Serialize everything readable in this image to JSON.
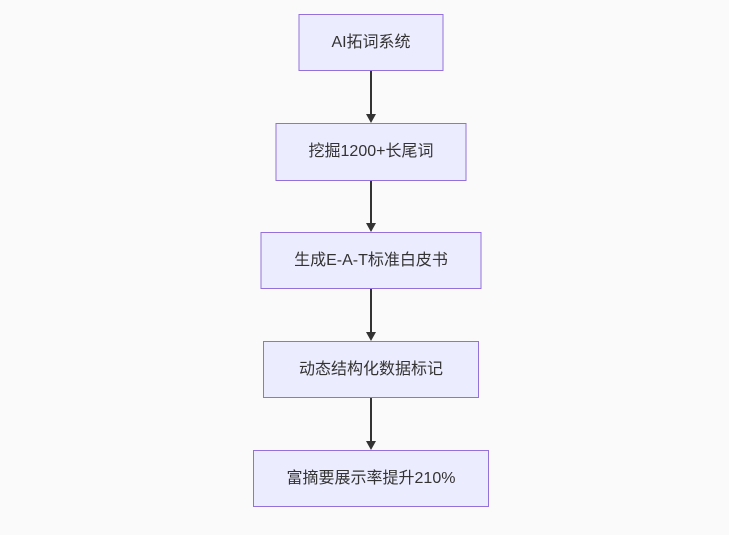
{
  "flowchart": {
    "type": "flowchart",
    "direction": "top-down",
    "nodes": [
      {
        "id": "node-0",
        "label": "AI拓词系统"
      },
      {
        "id": "node-1",
        "label": "挖掘1200+长尾词"
      },
      {
        "id": "node-2",
        "label": "生成E-A-T标准白皮书"
      },
      {
        "id": "node-3",
        "label": "动态结构化数据标记"
      },
      {
        "id": "node-4",
        "label": "富摘要展示率提升210%"
      }
    ],
    "edges": [
      {
        "from": "node-0",
        "to": "node-1",
        "style": "solid-arrow"
      },
      {
        "from": "node-1",
        "to": "node-2",
        "style": "solid-arrow"
      },
      {
        "from": "node-2",
        "to": "node-3",
        "style": "solid-arrow"
      },
      {
        "from": "node-3",
        "to": "node-4",
        "style": "solid-arrow"
      }
    ],
    "colors": {
      "node_fill": "#ECECFF",
      "node_border": "#9370DB",
      "arrow": "#333333",
      "text": "#333333",
      "background": "#FAFAFA"
    }
  }
}
